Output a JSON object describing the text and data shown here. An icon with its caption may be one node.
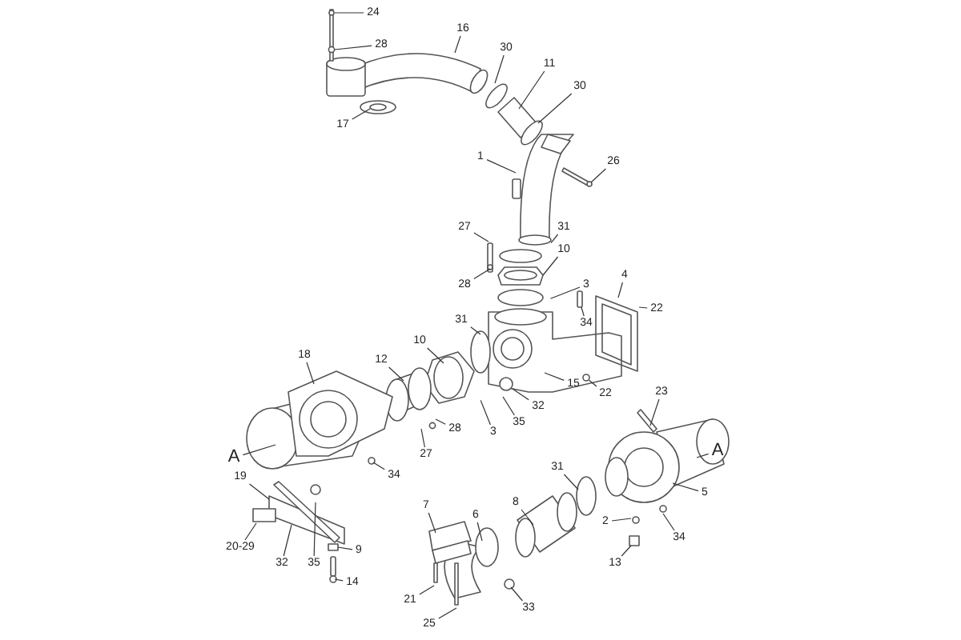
{
  "diagram": {
    "nodes": [
      {
        "text": [
          "24"
        ]
      },
      {
        "text": [
          "28"
        ]
      },
      {
        "text": [
          "16"
        ]
      },
      {
        "text": [
          "30"
        ]
      },
      {
        "text": [
          "11"
        ]
      },
      {
        "text": [
          "30"
        ]
      },
      {
        "text": [
          "17"
        ]
      },
      {
        "text": [
          "1"
        ]
      },
      {
        "text": [
          "26"
        ]
      },
      {
        "text": [
          "27"
        ]
      },
      {
        "text": [
          "28"
        ]
      },
      {
        "text": [
          "31"
        ]
      },
      {
        "text": [
          "10"
        ]
      },
      {
        "text": [
          "3"
        ]
      },
      {
        "text": [
          "34"
        ]
      },
      {
        "text": [
          "4"
        ]
      },
      {
        "text": [
          "22"
        ]
      },
      {
        "text": [
          "31"
        ]
      },
      {
        "text": [
          "10"
        ]
      },
      {
        "text": [
          "12"
        ]
      },
      {
        "text": [
          "18"
        ]
      },
      {
        "text": [
          "15"
        ]
      },
      {
        "text": [
          "22"
        ]
      },
      {
        "text": [
          "35"
        ]
      },
      {
        "text": [
          "32"
        ]
      },
      {
        "text": [
          "3"
        ]
      },
      {
        "text": [
          "28"
        ]
      },
      {
        "text": [
          "27"
        ]
      },
      {
        "text": [
          "23"
        ]
      },
      {
        "text": [
          "A"
        ]
      },
      {
        "text": [
          "34"
        ]
      },
      {
        "text": [
          "A"
        ]
      },
      {
        "text": [
          "19"
        ]
      },
      {
        "text": [
          "5"
        ]
      },
      {
        "text": [
          "31"
        ]
      },
      {
        "text": [
          "20-29"
        ]
      },
      {
        "text": [
          "32"
        ]
      },
      {
        "text": [
          "9"
        ]
      },
      {
        "text": [
          "35"
        ]
      },
      {
        "text": [
          "7"
        ]
      },
      {
        "text": [
          "6"
        ]
      },
      {
        "text": [
          "8"
        ]
      },
      {
        "text": [
          "2"
        ]
      },
      {
        "text": [
          "34"
        ]
      },
      {
        "text": [
          "13"
        ]
      },
      {
        "text": [
          "14"
        ]
      },
      {
        "text": [
          "21"
        ]
      },
      {
        "text": [
          "33"
        ]
      },
      {
        "text": [
          "25"
        ]
      }
    ],
    "edges": [
      {
        "from": 0,
        "to": null,
        "arrow": "none"
      },
      {
        "from": 1,
        "to": null,
        "arrow": "none"
      },
      {
        "from": 2,
        "to": null,
        "arrow": "none"
      },
      {
        "from": 3,
        "to": null,
        "arrow": "none"
      },
      {
        "from": 4,
        "to": null,
        "arrow": "none"
      },
      {
        "from": 5,
        "to": null,
        "arrow": "none"
      },
      {
        "from": 6,
        "to": null,
        "arrow": "none"
      },
      {
        "from": 7,
        "to": null,
        "arrow": "none"
      },
      {
        "from": 8,
        "to": null,
        "arrow": "none"
      },
      {
        "from": 9,
        "to": null,
        "arrow": "none"
      },
      {
        "from": 10,
        "to": null,
        "arrow": "none"
      },
      {
        "from": 11,
        "to": null,
        "arrow": "none"
      },
      {
        "from": 12,
        "to": null,
        "arrow": "none"
      },
      {
        "from": 13,
        "to": null,
        "arrow": "none"
      },
      {
        "from": 14,
        "to": null,
        "arrow": "none"
      },
      {
        "from": 15,
        "to": null,
        "arrow": "none"
      },
      {
        "from": 16,
        "to": null,
        "arrow": "none"
      },
      {
        "from": 17,
        "to": null,
        "arrow": "none"
      },
      {
        "from": 18,
        "to": null,
        "arrow": "none"
      },
      {
        "from": 19,
        "to": null,
        "arrow": "none"
      },
      {
        "from": 20,
        "to": null,
        "arrow": "none"
      },
      {
        "from": 21,
        "to": null,
        "arrow": "none"
      },
      {
        "from": 22,
        "to": null,
        "arrow": "none"
      },
      {
        "from": 23,
        "to": null,
        "arrow": "none"
      },
      {
        "from": 24,
        "to": null,
        "arrow": "none"
      },
      {
        "from": 25,
        "to": null,
        "arrow": "none"
      },
      {
        "from": 26,
        "to": null,
        "arrow": "none"
      },
      {
        "from": 27,
        "to": null,
        "arrow": "none"
      },
      {
        "from": 28,
        "to": null,
        "arrow": "none"
      },
      {
        "from": 29,
        "to": null,
        "arrow": "none"
      },
      {
        "from": 30,
        "to": null,
        "arrow": "none"
      },
      {
        "from": 31,
        "to": null,
        "arrow": "none"
      },
      {
        "from": 32,
        "to": null,
        "arrow": "none"
      },
      {
        "from": 33,
        "to": null,
        "arrow": "none"
      },
      {
        "from": 34,
        "to": null,
        "arrow": "none"
      },
      {
        "from": 35,
        "to": null,
        "arrow": "none"
      },
      {
        "from": 36,
        "to": null,
        "arrow": "none"
      },
      {
        "from": 37,
        "to": null,
        "arrow": "none"
      },
      {
        "from": 38,
        "to": null,
        "arrow": "none"
      },
      {
        "from": 39,
        "to": null,
        "arrow": "none"
      },
      {
        "from": 40,
        "to": null,
        "arrow": "none"
      },
      {
        "from": 41,
        "to": null,
        "arrow": "none"
      },
      {
        "from": 42,
        "to": null,
        "arrow": "none"
      },
      {
        "from": 43,
        "to": null,
        "arrow": "none"
      },
      {
        "from": 44,
        "to": null,
        "arrow": "none"
      },
      {
        "from": 45,
        "to": null,
        "arrow": "none"
      },
      {
        "from": 46,
        "to": null,
        "arrow": "none"
      },
      {
        "from": 47,
        "to": null,
        "arrow": "none"
      },
      {
        "from": 48,
        "to": null,
        "arrow": "none"
      }
    ]
  }
}
